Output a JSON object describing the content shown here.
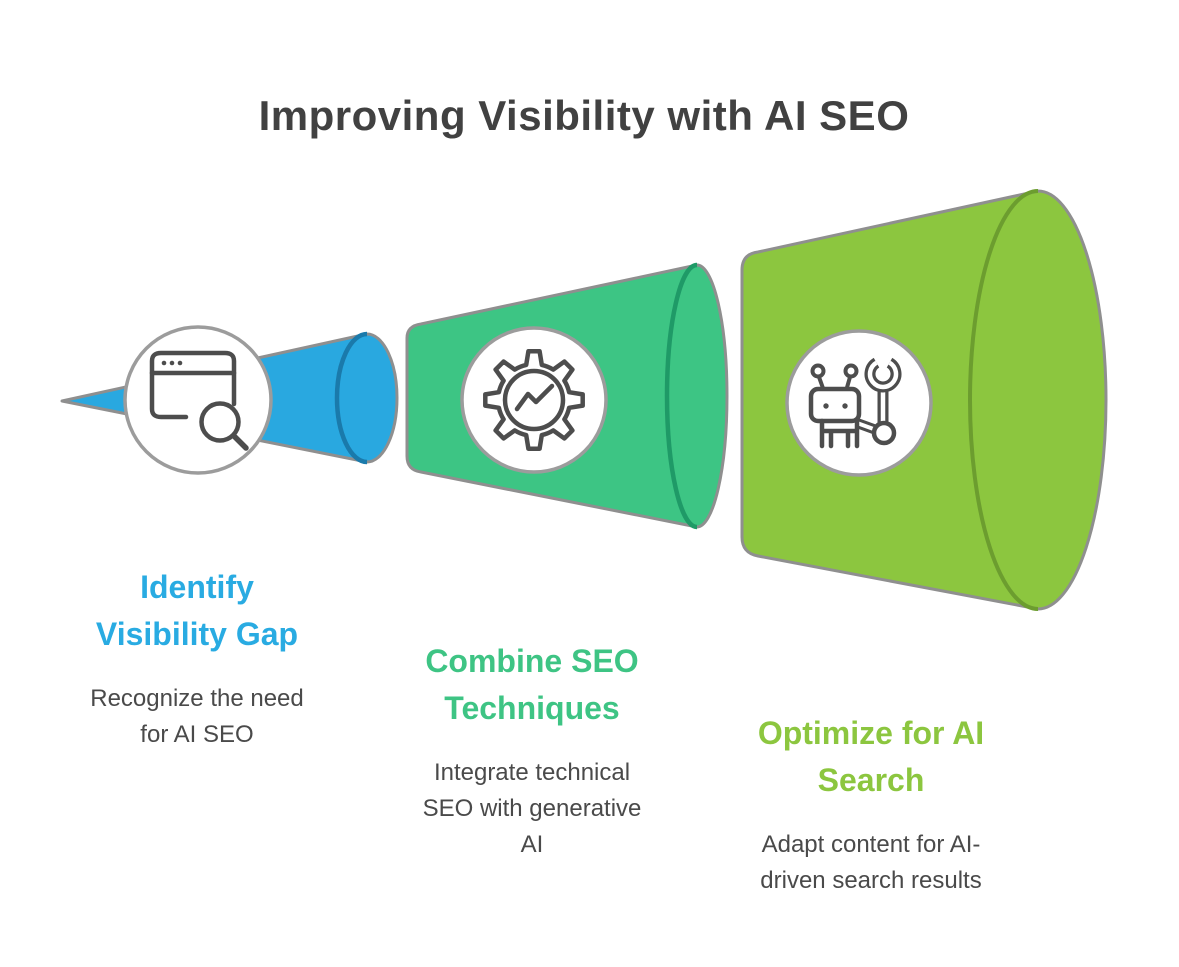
{
  "title": {
    "text": "Improving Visibility with AI SEO",
    "color": "#414141"
  },
  "canvas": {
    "background": "#FFFFFF"
  },
  "shared": {
    "shape_outline": "#8F8F8F",
    "icon_circle_fill": "#FFFFFF",
    "icon_circle_stroke": "#9C9C9C",
    "icon_stroke": "#4D4D4D",
    "body_text_color": "#4A4A4A"
  },
  "steps": [
    {
      "heading_lines": [
        "Identify",
        "Visibility Gap"
      ],
      "description_lines": [
        "Recognize the need",
        "for AI SEO"
      ],
      "accent_color": "#29ABE2",
      "shape_color": "#29A8E0",
      "rim_color": "#1A7AAB",
      "icon": "browser-search-icon"
    },
    {
      "heading_lines": [
        "Combine SEO",
        "Techniques"
      ],
      "description_lines": [
        "Integrate technical",
        "SEO with generative",
        "AI"
      ],
      "accent_color": "#3EC484",
      "shape_color": "#3DC584",
      "rim_color": "#1F9A67",
      "icon": "gear-analytics-icon"
    },
    {
      "heading_lines": [
        "Optimize for AI",
        "Search"
      ],
      "description_lines": [
        "Adapt content for AI-",
        "driven search results"
      ],
      "accent_color": "#8CC63F",
      "shape_color": "#8CC63F",
      "rim_color": "#6C9D2F",
      "icon": "robot-wrench-icon"
    }
  ]
}
